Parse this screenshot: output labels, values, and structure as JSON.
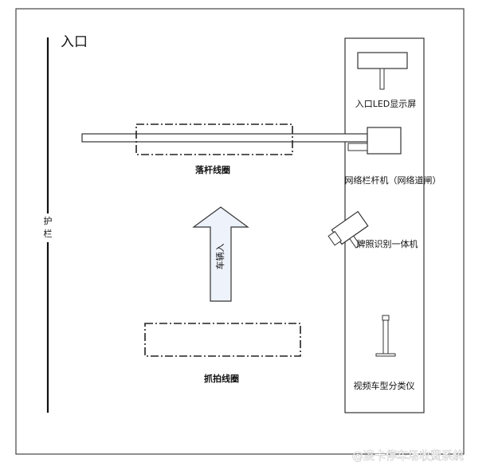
{
  "entrance_label": "入口",
  "guardrail_label": "护栏",
  "led_display_label": "入口LED显示屏",
  "barrier_gate_label": "网络栏杆机（网络道闸）",
  "plate_camera_label": "牌照识别一体机",
  "vehicle_classifier_label": "视频车型分类仪",
  "drop_loop_label": "落杆线圈",
  "capture_loop_label": "抓拍线圈",
  "vehicle_entry_label": "车辆入",
  "watermark_text": "@凌卡停车场收费系统",
  "icons": {
    "led_display": "led-display-icon",
    "barrier_gate": "barrier-gate-icon",
    "camera": "camera-icon",
    "classifier": "vehicle-classifier-icon",
    "arrow": "up-arrow-icon"
  },
  "colors": {
    "line": "#222222",
    "arrow_fill": "#eef2fb",
    "background": "#ffffff"
  }
}
